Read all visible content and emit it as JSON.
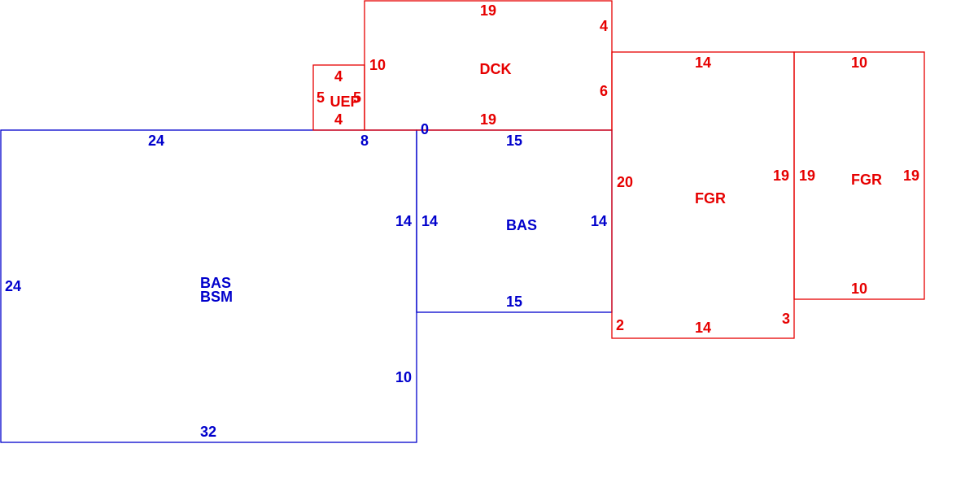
{
  "colors": {
    "living_area": "#0000cc",
    "attached_area": "#e60000",
    "background": "#ffffff"
  },
  "areas": [
    {
      "id": "bas-bsm",
      "label_lines": [
        "BAS",
        "BSM"
      ],
      "color": "living_area",
      "dimensions": {
        "top_left": "24",
        "top_right": "8",
        "left": "24",
        "right_upper": "14",
        "right_lower": "10",
        "bottom": "32"
      }
    },
    {
      "id": "bas",
      "label_lines": [
        "BAS"
      ],
      "color": "living_area",
      "dimensions": {
        "top": "15",
        "left": "14",
        "right": "14",
        "bottom": "15",
        "corner": "0"
      }
    },
    {
      "id": "uep",
      "label_lines": [
        "UEP"
      ],
      "color": "attached_area",
      "dimensions": {
        "top": "4",
        "left": "5",
        "right": "5",
        "bottom": "4"
      }
    },
    {
      "id": "dck",
      "label_lines": [
        "DCK"
      ],
      "color": "attached_area",
      "dimensions": {
        "top": "19",
        "left": "10",
        "right_upper": "4",
        "right_lower": "6",
        "bottom": "19"
      }
    },
    {
      "id": "fgr-left",
      "label_lines": [
        "FGR"
      ],
      "color": "attached_area",
      "dimensions": {
        "top": "14",
        "left": "20",
        "right": "19",
        "bottom": "14",
        "bottom_left": "2",
        "bottom_right": "3"
      }
    },
    {
      "id": "fgr-right",
      "label_lines": [
        "FGR"
      ],
      "color": "attached_area",
      "dimensions": {
        "top": "10",
        "left": "19",
        "right": "19",
        "bottom": "10"
      }
    }
  ]
}
